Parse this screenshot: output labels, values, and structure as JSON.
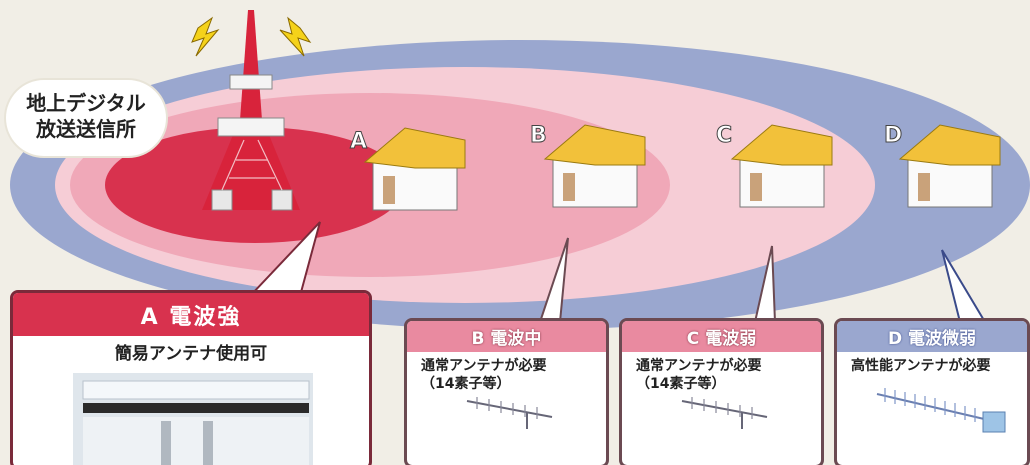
{
  "station": {
    "label_line1": "地上デジタル",
    "label_line2": "放送送信所"
  },
  "zones": [
    {
      "id": "A",
      "title": "A 電波強",
      "desc": [
        "簡易アンテナ使用可"
      ]
    },
    {
      "id": "B",
      "title": "B 電波中",
      "desc": [
        "通常アンテナが必要",
        "（14素子等）"
      ]
    },
    {
      "id": "C",
      "title": "C 電波弱",
      "desc": [
        "通常アンテナが必要",
        "（14素子等）"
      ]
    },
    {
      "id": "D",
      "title": "D 電波微弱",
      "desc": [
        "高性能アンテナが必要"
      ]
    }
  ],
  "colors": {
    "strong": "#d8324e",
    "medium": "#f0a8b8",
    "weak": "#f6cdd6",
    "very_weak": "#9aa7cf",
    "house_roof": "#f2c13a",
    "tower_red": "#d8233b"
  },
  "icons": [
    "tower-icon",
    "signal-bolt-icon",
    "house-icon",
    "antenna-icon"
  ]
}
